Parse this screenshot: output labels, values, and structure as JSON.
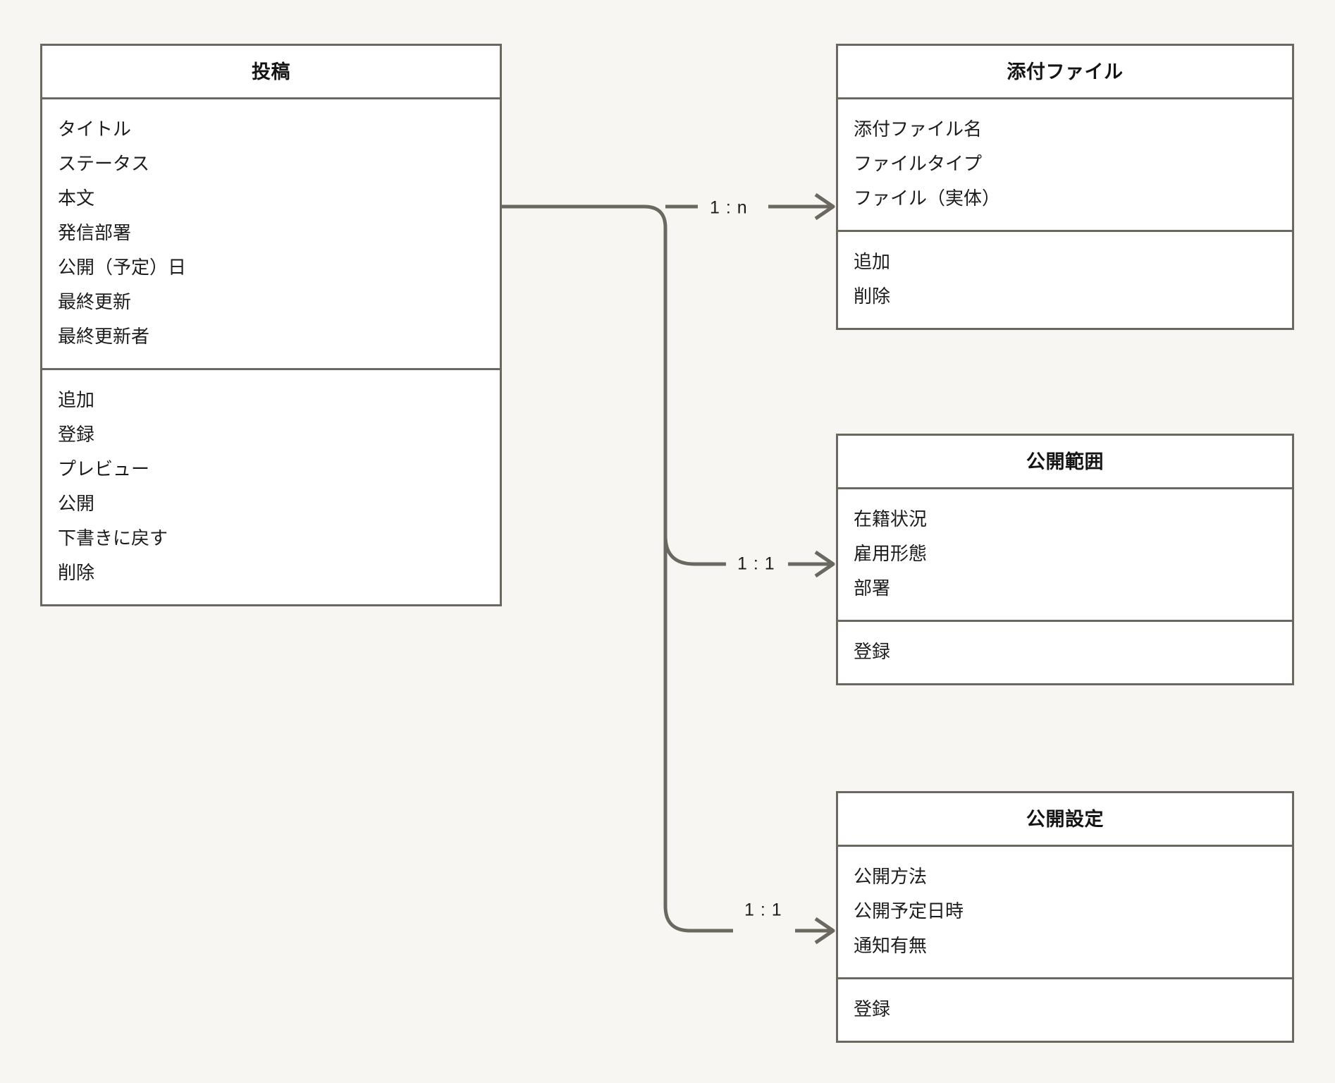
{
  "diagram": {
    "type": "uml-class-diagram",
    "background_color": "#f7f6f3",
    "line_color": "#6b6860",
    "box_fill": "#ffffff"
  },
  "classes": {
    "post": {
      "title": "投稿",
      "attributes": [
        "タイトル",
        "ステータス",
        "本文",
        "発信部署",
        "公開（予定）日",
        "最終更新",
        "最終更新者"
      ],
      "operations": [
        "追加",
        "登録",
        "プレビュー",
        "公開",
        "下書きに戻す",
        "削除"
      ]
    },
    "attachment": {
      "title": "添付ファイル",
      "attributes": [
        "添付ファイル名",
        "ファイルタイプ",
        "ファイル（実体）"
      ],
      "operations": [
        "追加",
        "削除"
      ]
    },
    "scope": {
      "title": "公開範囲",
      "attributes": [
        "在籍状況",
        "雇用形態",
        "部署"
      ],
      "operations": [
        "登録"
      ]
    },
    "publish": {
      "title": "公開設定",
      "attributes": [
        "公開方法",
        "公開予定日時",
        "通知有無"
      ],
      "operations": [
        "登録"
      ]
    }
  },
  "relationships": [
    {
      "from": "投稿",
      "to": "添付ファイル",
      "label": "1 : n"
    },
    {
      "from": "投稿",
      "to": "公開範囲",
      "label": "1 : 1"
    },
    {
      "from": "投稿",
      "to": "公開設定",
      "label": "1 : 1"
    }
  ]
}
